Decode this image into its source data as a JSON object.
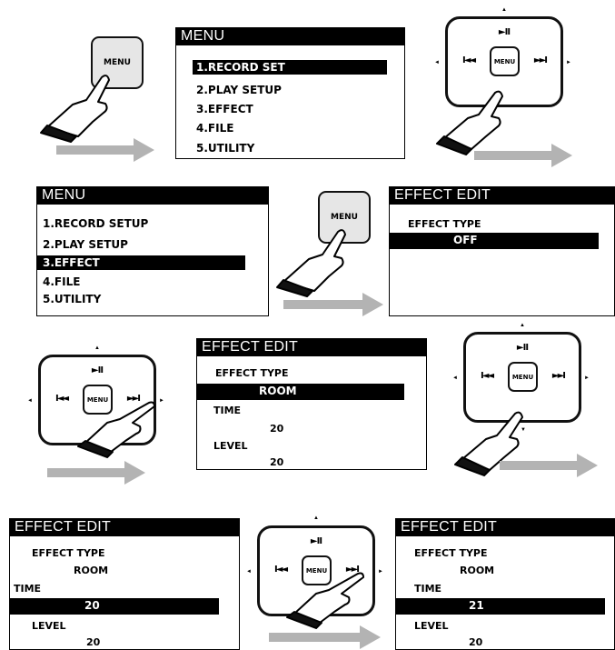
{
  "menu_screen_1": {
    "title": "MENU",
    "items": [
      "1.RECORD SET",
      "2.PLAY SETUP",
      "3.EFFECT",
      "4.FILE",
      "5.UTILITY"
    ],
    "selected_index": 0
  },
  "menu_screen_2": {
    "title": "MENU",
    "items": [
      "1.RECORD SETUP",
      "2.PLAY SETUP",
      "3.EFFECT",
      "4.FILE",
      "5.UTILITY"
    ],
    "selected_index": 2
  },
  "effect_screen_1": {
    "title": "EFFECT EDIT",
    "type_label": "EFFECT TYPE",
    "type_value": "OFF"
  },
  "effect_screen_2": {
    "title": "EFFECT EDIT",
    "type_label": "EFFECT TYPE",
    "type_value": "ROOM",
    "time_label": "TIME",
    "time_value": "20",
    "level_label": "LEVEL",
    "level_value": "20"
  },
  "effect_screen_3": {
    "title": "EFFECT EDIT",
    "type_label": "EFFECT TYPE",
    "type_value": "ROOM",
    "time_label": "TIME",
    "time_value": "20",
    "level_label": "LEVEL",
    "level_value": "20"
  },
  "effect_screen_4": {
    "title": "EFFECT EDIT",
    "type_label": "EFFECT TYPE",
    "type_value": "ROOM",
    "time_label": "TIME",
    "time_value": "21",
    "level_label": "LEVEL",
    "level_value": "20"
  },
  "buttons": {
    "menu_label": "MENU",
    "play_pause_glyph": "►II",
    "prev_glyph": "I◄◄",
    "next_glyph": "►►I"
  },
  "icons": [
    "hand-pointer-icon",
    "gray-right-arrow-icon",
    "play-pause-icon",
    "prev-track-icon",
    "next-track-icon"
  ],
  "colors": {
    "ink": "#000000",
    "arrow_gray": "#b3b3b3",
    "button_fill": "#e6e6e6"
  }
}
